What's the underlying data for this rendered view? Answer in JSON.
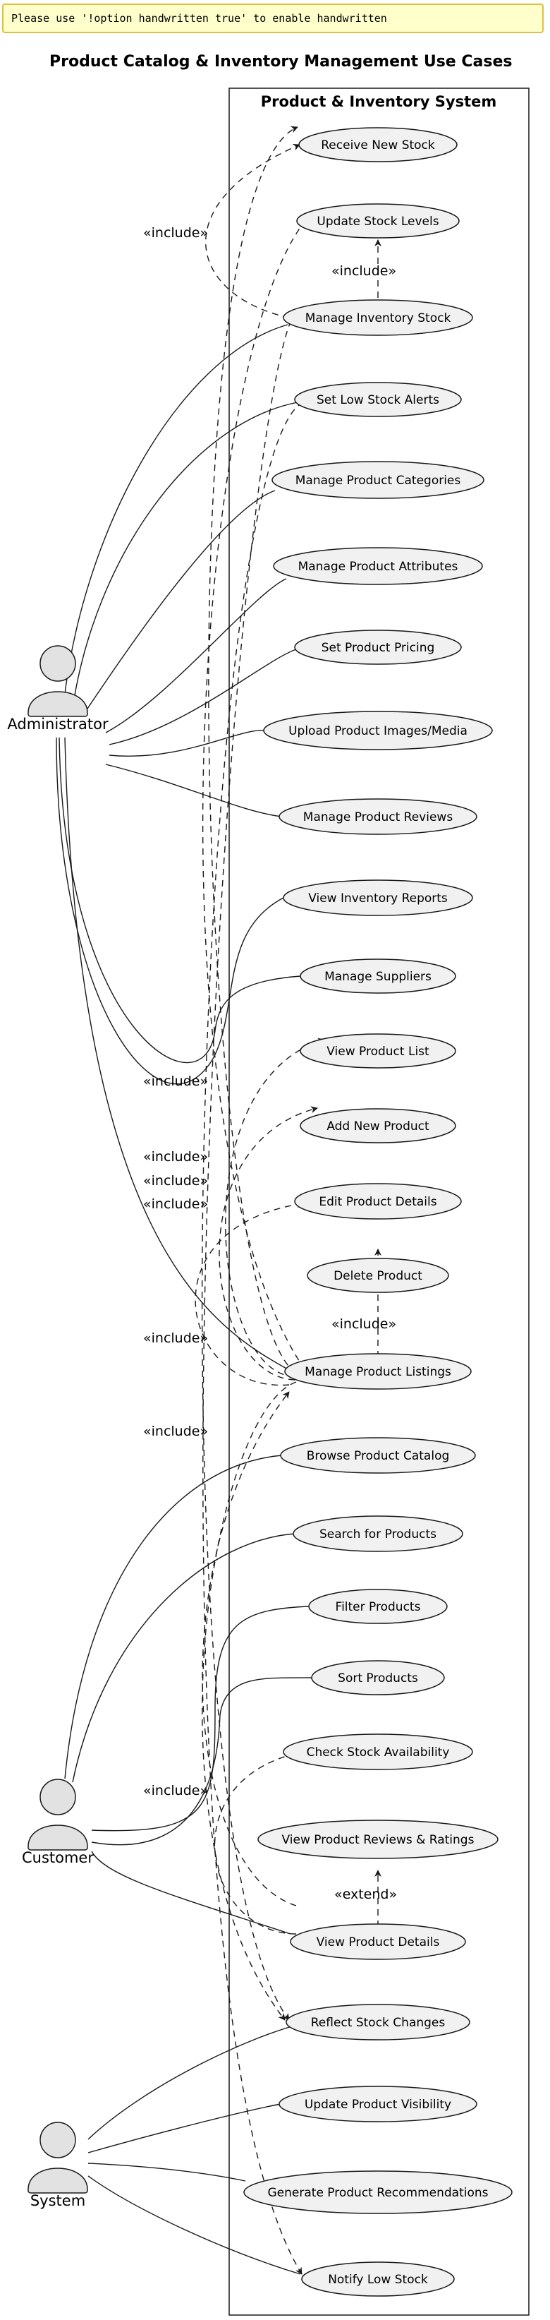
{
  "warning": "Please use '!option handwritten true' to enable handwritten",
  "title": "Product Catalog & Inventory Management Use Cases",
  "system_boundary": "Product & Inventory System",
  "actors": {
    "administrator": "Administrator",
    "customer": "Customer",
    "system": "System"
  },
  "use_cases": {
    "receive_new_stock": "Receive New Stock",
    "update_stock_levels": "Update Stock Levels",
    "manage_inventory_stock": "Manage Inventory Stock",
    "set_low_stock_alerts": "Set Low Stock Alerts",
    "manage_product_categories": "Manage Product Categories",
    "manage_product_attributes": "Manage Product Attributes",
    "set_product_pricing": "Set Product Pricing",
    "upload_product_images_media": "Upload Product Images/Media",
    "manage_product_reviews": "Manage Product Reviews",
    "view_inventory_reports": "View Inventory Reports",
    "manage_suppliers": "Manage Suppliers",
    "view_product_list": "View Product List",
    "add_new_product": "Add New Product",
    "edit_product_details": "Edit Product Details",
    "delete_product": "Delete Product",
    "manage_product_listings": "Manage Product Listings",
    "browse_product_catalog": "Browse Product Catalog",
    "search_for_products": "Search for Products",
    "filter_products": "Filter Products",
    "sort_products": "Sort Products",
    "check_stock_availability": "Check Stock Availability",
    "view_product_reviews_ratings": "View Product Reviews & Ratings",
    "view_product_details": "View Product Details",
    "reflect_stock_changes": "Reflect Stock Changes",
    "update_product_visibility": "Update Product Visibility",
    "generate_product_recommendations": "Generate Product Recommendations",
    "notify_low_stock": "Notify Low Stock"
  },
  "stereotypes": {
    "include": "«include»",
    "extend": "«extend»"
  }
}
